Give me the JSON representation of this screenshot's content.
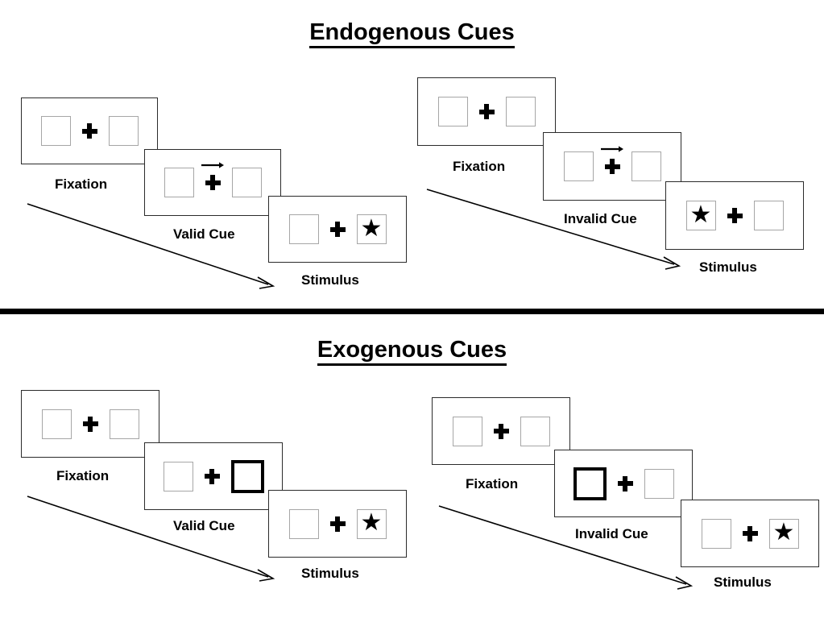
{
  "figure": {
    "title_endogenous": "Endogenous Cues",
    "title_exogenous": "Exogenous Cues",
    "divider_color": "#000000",
    "panel_border_color": "#2b2b2b",
    "box_border_color": "#a6a6a6",
    "cued_box_border_color": "#000000",
    "target_color": "#000000"
  },
  "icons": {
    "fixation_cross": "fixation-cross-icon",
    "star_target": "star-target-icon",
    "arrow_cue": "right-arrow-cue-icon",
    "time_arrow": "time-flow-arrow-icon"
  },
  "sections": [
    {
      "id": "endogenous",
      "title": "Endogenous Cues",
      "conditions": [
        {
          "id": "endogenous-valid",
          "panels": [
            {
              "caption": "Fixation",
              "cue_type": "none",
              "cue_side": "none",
              "target_side": "none",
              "left_box": "empty",
              "right_box": "empty"
            },
            {
              "caption": "Valid Cue",
              "cue_type": "arrow",
              "cue_side": "right",
              "target_side": "none",
              "left_box": "empty",
              "right_box": "empty"
            },
            {
              "caption": "Stimulus",
              "cue_type": "none",
              "cue_side": "none",
              "target_side": "right",
              "left_box": "empty",
              "right_box": "star"
            }
          ]
        },
        {
          "id": "endogenous-invalid",
          "panels": [
            {
              "caption": "Fixation",
              "cue_type": "none",
              "cue_side": "none",
              "target_side": "none",
              "left_box": "empty",
              "right_box": "empty"
            },
            {
              "caption": "Invalid Cue",
              "cue_type": "arrow",
              "cue_side": "right",
              "target_side": "none",
              "left_box": "empty",
              "right_box": "empty"
            },
            {
              "caption": "Stimulus",
              "cue_type": "none",
              "cue_side": "none",
              "target_side": "left",
              "left_box": "star",
              "right_box": "empty"
            }
          ]
        }
      ]
    },
    {
      "id": "exogenous",
      "title": "Exogenous Cues",
      "conditions": [
        {
          "id": "exogenous-valid",
          "panels": [
            {
              "caption": "Fixation",
              "cue_type": "none",
              "cue_side": "none",
              "target_side": "none",
              "left_box": "empty",
              "right_box": "empty"
            },
            {
              "caption": "Valid Cue",
              "cue_type": "box-flash",
              "cue_side": "right",
              "target_side": "none",
              "left_box": "empty",
              "right_box": "cued"
            },
            {
              "caption": "Stimulus",
              "cue_type": "none",
              "cue_side": "none",
              "target_side": "right",
              "left_box": "empty",
              "right_box": "star"
            }
          ]
        },
        {
          "id": "exogenous-invalid",
          "panels": [
            {
              "caption": "Fixation",
              "cue_type": "none",
              "cue_side": "none",
              "target_side": "none",
              "left_box": "empty",
              "right_box": "empty"
            },
            {
              "caption": "Invalid Cue",
              "cue_type": "box-flash",
              "cue_side": "left",
              "target_side": "none",
              "left_box": "cued",
              "right_box": "empty"
            },
            {
              "caption": "Stimulus",
              "cue_type": "none",
              "cue_side": "none",
              "target_side": "right",
              "left_box": "empty",
              "right_box": "star"
            }
          ]
        }
      ]
    }
  ]
}
